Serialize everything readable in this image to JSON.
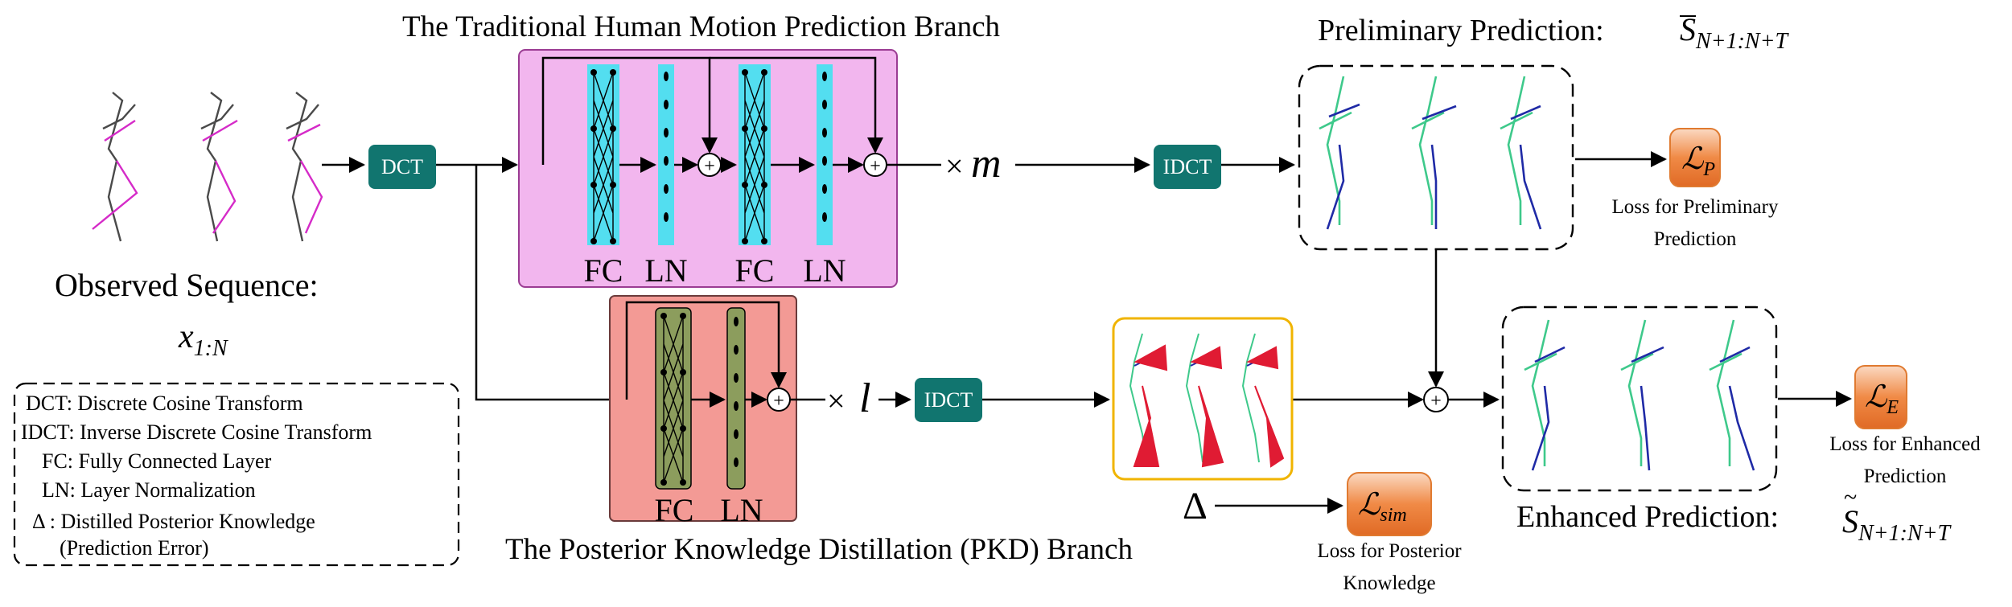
{
  "branches": {
    "traditional_title": "The Traditional Human Motion Prediction Branch",
    "pkd_title": "The Posterior Knowledge Distillation (PKD) Branch",
    "fc_label": "FC",
    "ln_label": "LN",
    "repeat_m": "m",
    "repeat_l": "l",
    "times": "×"
  },
  "blocks": {
    "dct": "DCT",
    "idct": "IDCT",
    "plus": "+"
  },
  "observed": {
    "label": "Observed Sequence:",
    "var_base": "x",
    "var_sub": "1:N"
  },
  "preliminary": {
    "label": "Preliminary Prediction:",
    "var_base": "S",
    "var_sub": "N+1:N+T",
    "loss_symbol": "ℒ",
    "loss_sub": "P",
    "loss_caption_1": "Loss for Preliminary",
    "loss_caption_2": "Prediction"
  },
  "enhanced": {
    "label": "Enhanced Prediction:",
    "var_base": "S",
    "var_sub": "N+1:N+T",
    "loss_symbol": "ℒ",
    "loss_sub": "E",
    "loss_caption_1": "Loss for Enhanced",
    "loss_caption_2": "Prediction"
  },
  "similarity": {
    "delta": "Δ",
    "loss_symbol": "ℒ",
    "loss_sub": "sim",
    "loss_caption_1": "Loss for Posterior",
    "loss_caption_2": "Knowledge"
  },
  "legend": {
    "items": [
      "DCT: Discrete Cosine Transform",
      "IDCT: Inverse Discrete Cosine Transform",
      "FC: Fully Connected Layer",
      "LN: Layer Normalization",
      "Δ : Distilled  Posterior Knowledge",
      "(Prediction Error)"
    ]
  },
  "colors": {
    "dct_box": "#11756f",
    "traditional_bg": "#f2b6ee",
    "pkd_bg": "#f39a95",
    "fc_cyan": "#53def0",
    "fc_olive": "#8c9d5d",
    "loss_orange": "#f08a46",
    "pose_green": "#3ec98b",
    "pose_blue": "#1f2aa6",
    "pose_magenta": "#d52bc8",
    "pose_gray": "#4a4a4a",
    "residual_red": "#e01b33",
    "yellow_border": "#f0b400"
  }
}
